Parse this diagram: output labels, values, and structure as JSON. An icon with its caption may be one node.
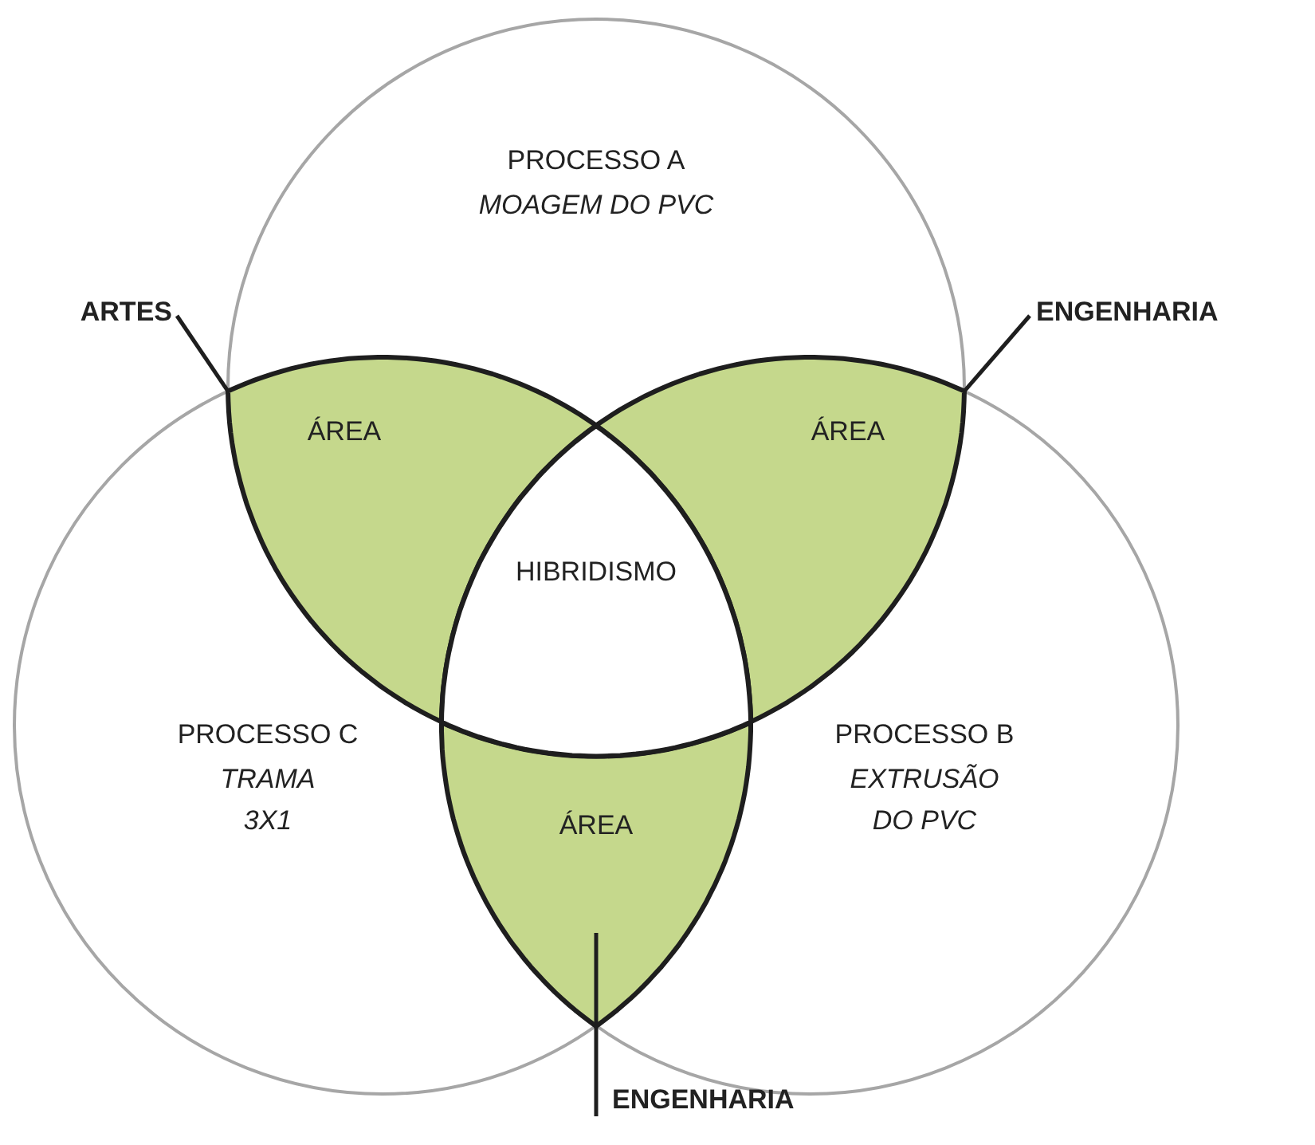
{
  "diagram": {
    "nodes": [
      {
        "text": [
          "PROCESSO A",
          "MOAGEM DO PVC"
        ]
      },
      {
        "text": [
          "PROCESSO B",
          "EXTRUSÃO DO PVC"
        ]
      },
      {
        "text": [
          "PROCESSO C",
          "TRAMA 3X1"
        ]
      },
      {
        "text": [
          "ÁREA"
        ]
      },
      {
        "text": [
          "ÁREA"
        ]
      },
      {
        "text": [
          "ÁREA"
        ]
      },
      {
        "text": [
          "HIBRIDISMO"
        ]
      },
      {
        "text": [
          "ARTES"
        ]
      },
      {
        "text": [
          "ENGENHARIA"
        ]
      },
      {
        "text": [
          "ENGENHARIA"
        ]
      }
    ],
    "edges": [
      {
        "from": 7,
        "to": 3,
        "arrow": "none"
      },
      {
        "from": 8,
        "to": 4,
        "arrow": "none"
      },
      {
        "from": 9,
        "to": 5,
        "arrow": "none"
      }
    ]
  }
}
